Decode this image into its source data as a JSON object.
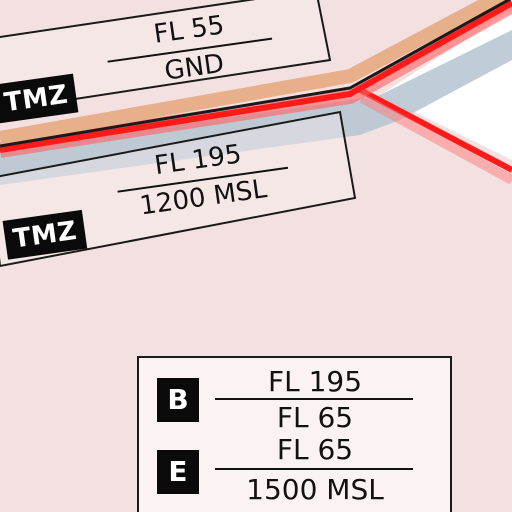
{
  "colors": {
    "background": "#f3e1e2",
    "boundary_red": "#ff1a1a",
    "boundary_tan": "#e8b08a",
    "shadow_blue": "#b9c7d3",
    "white_area": "#ffffff",
    "label_black": "#0a0a0a"
  },
  "zones": {
    "upper": {
      "tag": "TMZ",
      "upper_limit": "FL 55",
      "lower_limit": "GND"
    },
    "lower": {
      "tag": "TMZ",
      "upper_limit": "FL 195",
      "lower_limit": "1200 MSL"
    }
  },
  "airspace_box": {
    "rows": [
      {
        "class": "B",
        "upper_limit": "FL 195",
        "lower_limit": "FL 65"
      },
      {
        "class": "E",
        "upper_limit": "FL 65",
        "lower_limit": "1500 MSL"
      }
    ]
  }
}
